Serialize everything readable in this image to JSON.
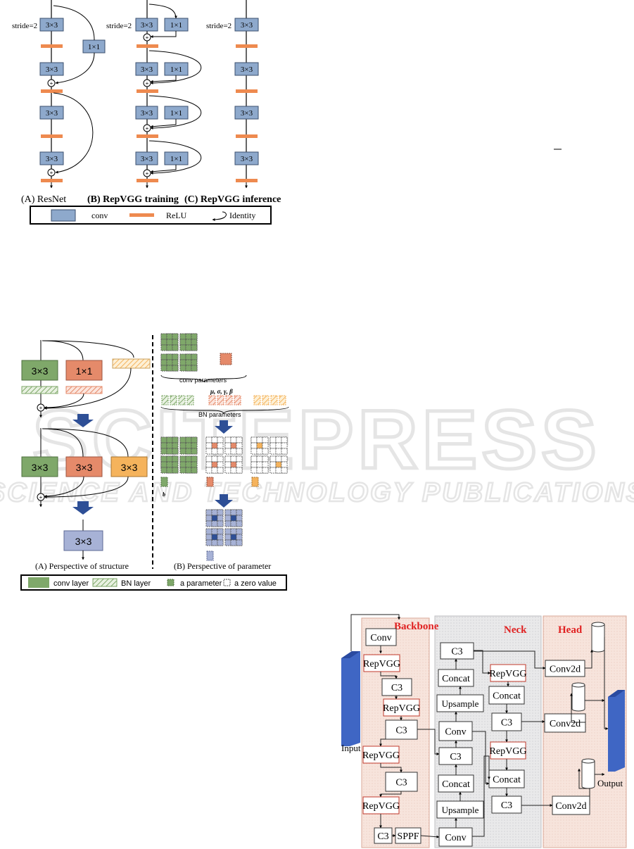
{
  "fig1": {
    "stride": "stride=2",
    "k3": "3×3",
    "k1": "1×1",
    "plus": "+",
    "cap_a": "(A) ResNet",
    "cap_b": "(B) RepVGG training",
    "cap_c": "(C) RepVGG inference",
    "legend_conv": "conv",
    "legend_relu": "ReLU",
    "legend_identity": "Identity"
  },
  "fig2": {
    "k3": "3×3",
    "k1": "1×1",
    "conv_params": "conv parameters",
    "bn_params": "BN parameters",
    "bn_symbols": "μ,  σ,  γ,  β",
    "b": "b",
    "cap_a": "(A) Perspective of structure",
    "cap_b": "(B) Perspective of parameter",
    "legend_conv": "conv layer",
    "legend_bn": "BN layer",
    "legend_param": "a parameter",
    "legend_zero": "a zero value"
  },
  "fig3": {
    "backbone": "Backbone",
    "neck": "Neck",
    "head": "Head",
    "input": "Input",
    "output": "Output",
    "conv": "Conv",
    "repvgg": "RepVGG",
    "c3": "C3",
    "sppf": "SPPF",
    "concat": "Concat",
    "upsample": "Upsample",
    "conv2d": "Conv2d"
  },
  "watermark": {
    "line1": "SCITEPRESS",
    "line2": "SCIENCE AND TECHNOLOGY PUBLICATIONS"
  },
  "colors": {
    "conv_blue": "#8ea9cc",
    "relu_orange": "#ee8a4f",
    "green": "#7fa86a",
    "salmon": "#e58a6a",
    "orange": "#f5b35c",
    "lavender": "#a7b2d6",
    "repvgg_border": "#c0392b",
    "title_red": "#e02020",
    "dark_blue": "#2e4f96",
    "input_blue": "#3f66c4"
  }
}
